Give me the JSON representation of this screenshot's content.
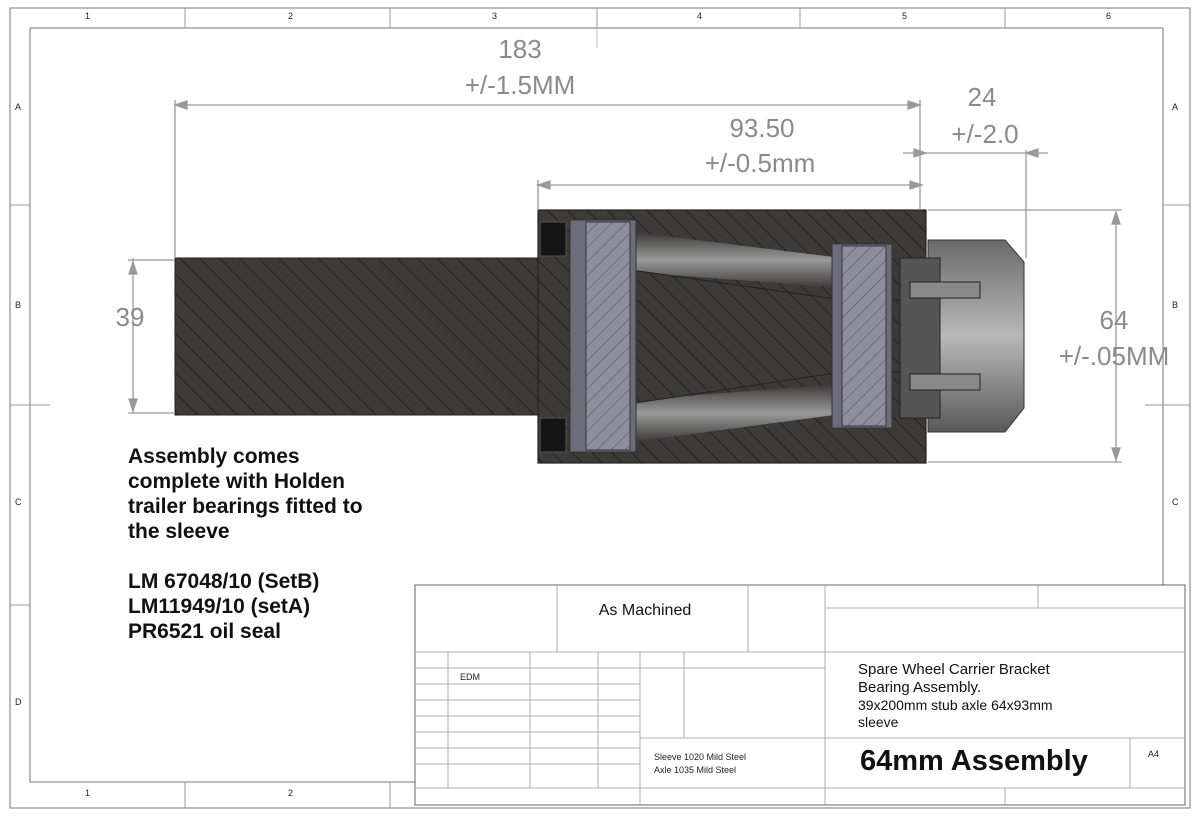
{
  "border": {
    "top_zones": [
      "1",
      "2",
      "3",
      "4",
      "5",
      "6"
    ],
    "bottom_zones": [
      "1",
      "2"
    ],
    "left_zones": [
      "A",
      "B",
      "C",
      "D"
    ],
    "right_zones": [
      "A",
      "B",
      "C"
    ]
  },
  "dimensions": {
    "overall": {
      "value": "183",
      "tol": "+/-1.5MM"
    },
    "sleeve": {
      "value": "93.50",
      "tol": "+/-0.5mm"
    },
    "stub": {
      "value": "24",
      "tol": "+/-2.0"
    },
    "axle_dia": {
      "value": "39"
    },
    "sleeve_dia": {
      "value": "64",
      "tol": "+/-.05MM"
    }
  },
  "notes": {
    "line1": "Assembly comes",
    "line2": "complete with Holden",
    "line3": "trailer bearings fitted to",
    "line4": "the sleeve",
    "part1": "LM 67048/10 (SetB)",
    "part2": "LM11949/10 (setA)",
    "part3": "PR6521 oil seal"
  },
  "title_block": {
    "finish": "As Machined",
    "drawn_by": "EDM",
    "material_line1": "Sleeve 1020 Mild Steel",
    "material_line2": "Axle 1035 Mild Steel",
    "title_line1": "Spare Wheel Carrier Bracket",
    "title_line2": "Bearing Assembly.",
    "title_line3": "39x200mm stub axle 64x93mm",
    "title_line4": "sleeve",
    "dwg_no": "64mm Assembly",
    "size": "A4"
  }
}
